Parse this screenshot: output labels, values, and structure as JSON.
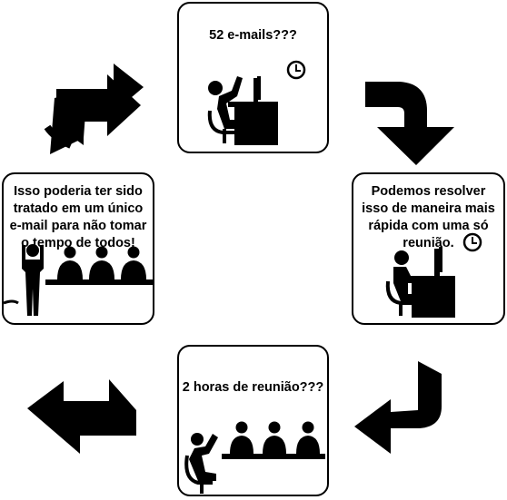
{
  "diagram": {
    "top_card": {
      "caption": "52 e-mails???"
    },
    "right_card": {
      "caption": "Podemos resolver\nisso de maneira mais\nrápida com uma só\nreunião."
    },
    "bottom_card": {
      "caption": "2 horas de reunião???"
    },
    "left_card": {
      "caption": "Isso poderia ter sido\ntratado em um único\ne-mail para não tomar\no tempo de todos!"
    },
    "flow_direction": "clockwise",
    "icons": [
      "clock-icon",
      "person-at-desk-icon",
      "meeting-people-icon",
      "presenter-icon"
    ]
  }
}
